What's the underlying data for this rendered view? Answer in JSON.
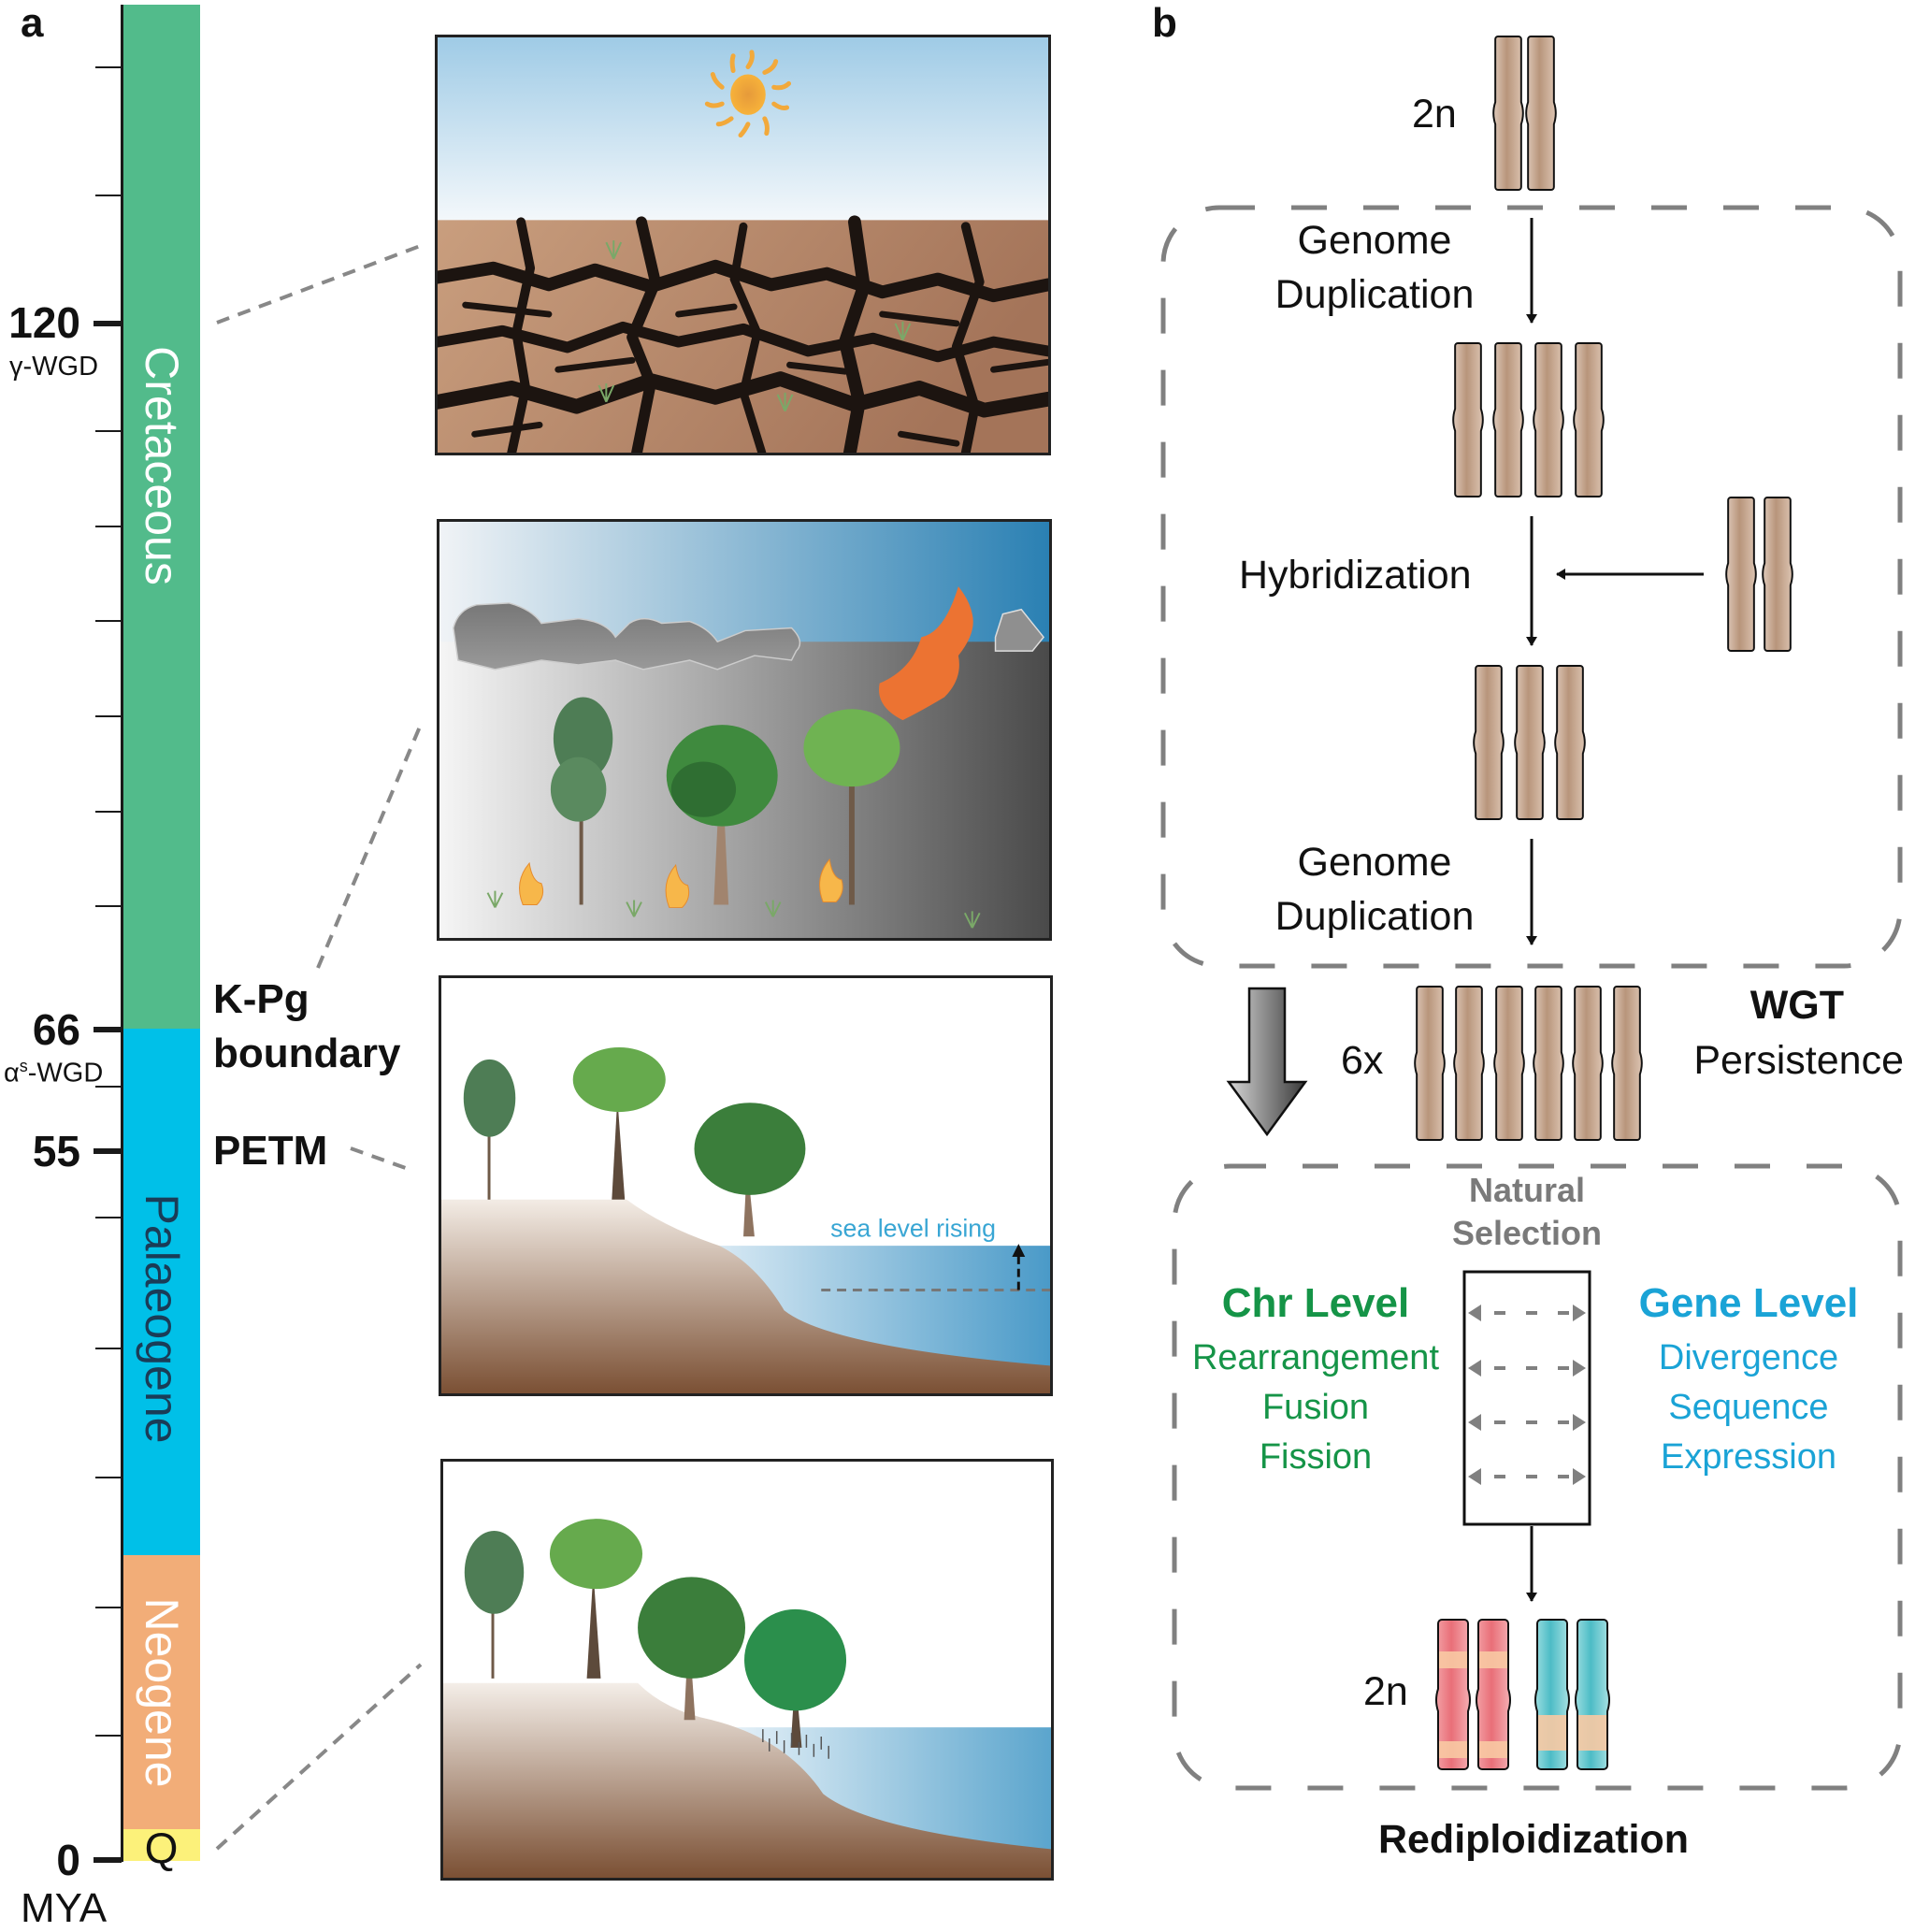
{
  "panel_labels": {
    "a": "a",
    "b": "b"
  },
  "timescale": {
    "unit_label": "MYA",
    "major_ticks": [
      {
        "value": "120",
        "annotation": "γ-WGD"
      },
      {
        "value": "66",
        "annotation_base": "α",
        "annotation_sup": "s",
        "annotation_rest": "-WGD"
      },
      {
        "value": "55"
      },
      {
        "value": "0"
      }
    ],
    "periods": [
      {
        "name": "Cretaceous",
        "color": "#52bb8b"
      },
      {
        "name": "Palaeogene",
        "color": "#00c0e8"
      },
      {
        "name": "Neogene",
        "color": "#f2ad78"
      },
      {
        "name": "Q",
        "color": "#fcf17a"
      }
    ],
    "events": [
      {
        "line1": "K-Pg",
        "line2": "boundary"
      },
      {
        "line1": "PETM"
      }
    ]
  },
  "scenes": [
    {
      "name": "cretaceous-drought",
      "description": "sun over cracked dry earth"
    },
    {
      "name": "kpg-wildfire",
      "description": "smoke clouds, fire and trees"
    },
    {
      "name": "petm-coast",
      "annotation": "sea level rising"
    },
    {
      "name": "neogene-coast",
      "description": "trees on slope with mangrove by sea"
    }
  ],
  "process": {
    "start_label": "2n",
    "step1": {
      "line1": "Genome",
      "line2": "Duplication"
    },
    "step2": "Hybridization",
    "step3": {
      "line1": "Genome",
      "line2": "Duplication"
    },
    "persistence": {
      "count_label": "6x",
      "title": "WGT",
      "subtitle": "Persistence"
    },
    "selection": {
      "line1": "Natural",
      "line2": "Selection",
      "color": "#7a7a7a"
    },
    "chr_level": {
      "title": "Chr Level",
      "items": [
        "Rearrangement",
        "Fusion",
        "Fission"
      ],
      "color": "#159447"
    },
    "gene_level": {
      "title": "Gene Level",
      "items": [
        "Divergence",
        "Sequence",
        "Expression"
      ],
      "color": "#1aa3d6"
    },
    "end_label": "2n",
    "outcome": "Rediploidization"
  },
  "colors": {
    "chromosome": "#c5a58c",
    "chromosome_red": "#ec8088",
    "chromosome_teal": "#5cc4cc",
    "band": "#f8c9a3",
    "sea_text": "#39a6d4"
  }
}
